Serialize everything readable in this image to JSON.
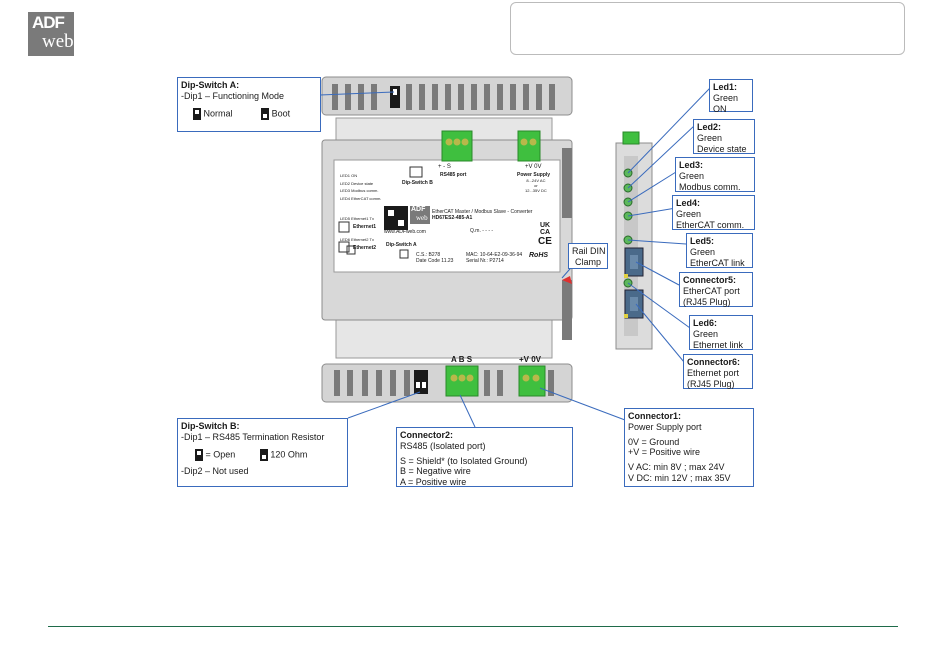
{
  "header": {
    "logo": {
      "line1": "ADF",
      "line2": "web"
    }
  },
  "device": {
    "front_label": {
      "leds": [
        "LED1 ON",
        "LED2 Device state",
        "LED3 Modbus comm.",
        "LED4 EtherCAT comm."
      ],
      "leds2": [
        "LED5 Ethernet1 Tx",
        "LED6 Ethernet2 Tx"
      ],
      "eth1": "Ethernet1",
      "eth2": "Ethernet2",
      "dip_b": "Dip-Switch B",
      "dip_a": "Dip-Switch A",
      "rs485_pins": "+   -   S",
      "rs485_port": "RS485 port",
      "power_pins": "+V  0V",
      "power_supply": "Power Supply",
      "power_ac": "8...24V AC",
      "power_or": "or",
      "power_dc": "12...35V DC",
      "product_desc": "EtherCAT Master / Modbus Slave - Converter",
      "product_code": "HD67ES2-485-A1",
      "qm": "Q.m.   - - - -",
      "website": "www.ADFweb.com",
      "cs": "C.S.: B278",
      "date_code": "Date Code 11.23",
      "mac": "MAC: 10-64-E2-09-36-94",
      "serial": "Serial Nr.: P2714",
      "uk": "UK",
      "ca": "CA",
      "ce": "CE",
      "rohs": "RoHS",
      "logo1": "ADF",
      "logo2": "web"
    },
    "bottom_labels": {
      "abs": "A  B  S",
      "power": "+V 0V"
    }
  },
  "callouts": {
    "dip_a": {
      "title": "Dip-Switch A:",
      "line1": "-Dip1 – Functioning Mode",
      "normal": "Normal",
      "boot": "Boot"
    },
    "led1": {
      "title": "Led1:",
      "l1": "Green",
      "l2": "ON"
    },
    "led2": {
      "title": "Led2:",
      "l1": "Green",
      "l2": "Device state"
    },
    "led3": {
      "title": "Led3:",
      "l1": "Green",
      "l2": "Modbus comm."
    },
    "led4": {
      "title": "Led4:",
      "l1": "Green",
      "l2": "EtherCAT comm."
    },
    "led5": {
      "title": "Led5:",
      "l1": "Green",
      "l2": "EtherCAT link"
    },
    "conn5": {
      "title": "Connector5:",
      "l1": "EtherCAT port",
      "l2": "(RJ45 Plug)"
    },
    "led6": {
      "title": "Led6:",
      "l1": "Green",
      "l2": "Ethernet link"
    },
    "conn6": {
      "title": "Connector6:",
      "l1": "Ethernet port",
      "l2": "(RJ45 Plug)"
    },
    "rail": {
      "l1": "Rail DIN",
      "l2": "Clamp"
    },
    "dip_b": {
      "title": "Dip-Switch B:",
      "line1": "-Dip1 – RS485 Termination Resistor",
      "open": "= Open",
      "ohm": "120 Ohm",
      "line2": "-Dip2 – Not used"
    },
    "conn2": {
      "title": "Connector2:",
      "l1": "RS485 (Isolated port)",
      "l2": "S = Shield* (to Isolated Ground)",
      "l3": "B = Negative wire",
      "l4": "A = Positive wire"
    },
    "conn1": {
      "title": "Connector1:",
      "l1": "Power Supply port",
      "l2": "0V = Ground",
      "l3": "+V = Positive wire",
      "l4": "V AC: min 8V ; max 24V",
      "l5": "V DC: min 12V ; max 35V"
    }
  },
  "colors": {
    "callout_border": "#3a6bbd",
    "led_green": "#5cb85c",
    "terminal_green": "#3fbf3f",
    "footer_line": "#1f6b4a",
    "device_gray": "#c8c8c8"
  }
}
